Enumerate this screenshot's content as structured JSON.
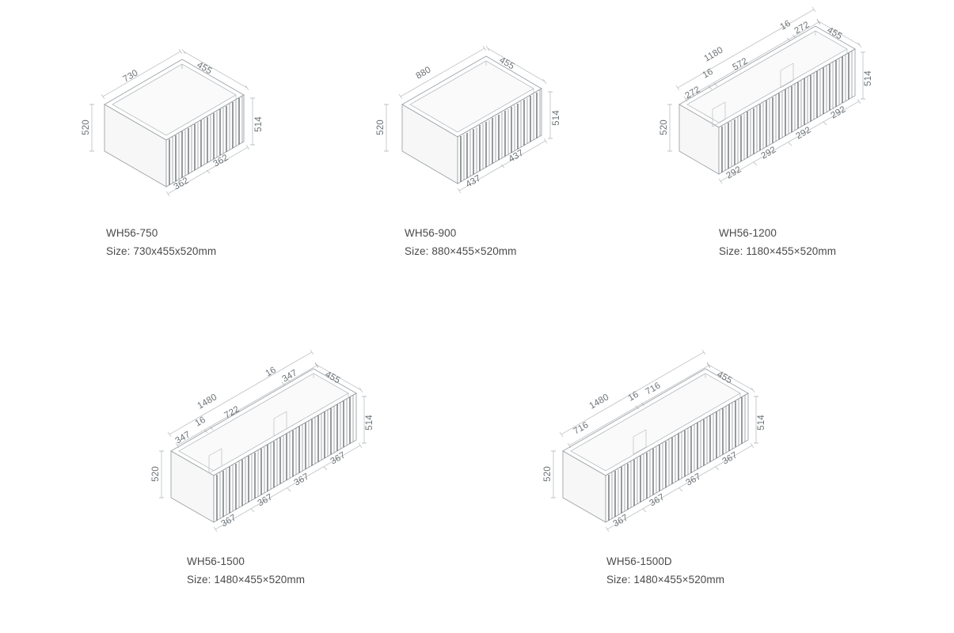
{
  "page": {
    "title": "Cabinet dimension specification sheet",
    "background_color": "#ffffff",
    "line_color": "#9aa0a4",
    "text_color": "#4a4a4a",
    "dimension_text_color": "#6d7377"
  },
  "products": [
    {
      "id": "wh56-750",
      "name": "WH56-750",
      "size": "Size: 730x455x520mm",
      "drawing_type": "isometric-cabinet",
      "dimensions": {
        "width_overall": "730",
        "depth": "455",
        "height_overall": "520",
        "height_front": "514",
        "top_chain": [],
        "bottom_chain": [
          "362",
          "362"
        ]
      }
    },
    {
      "id": "wh56-900",
      "name": "WH56-900",
      "size": "Size: 880×455×520mm",
      "drawing_type": "isometric-cabinet",
      "dimensions": {
        "width_overall": "880",
        "depth": "455",
        "height_overall": "520",
        "height_front": "514",
        "top_chain": [],
        "bottom_chain": [
          "437",
          "437"
        ]
      }
    },
    {
      "id": "wh56-1200",
      "name": "WH56-1200",
      "size": "Size: 1180×455×520mm",
      "drawing_type": "isometric-cabinet",
      "dimensions": {
        "width_overall": "1180",
        "depth": "455",
        "height_overall": "520",
        "height_front": "514",
        "top_chain": [
          "272",
          "16",
          "572",
          "16",
          "272"
        ],
        "bottom_chain": [
          "292",
          "292",
          "292",
          "292"
        ]
      }
    },
    {
      "id": "wh56-1500",
      "name": "WH56-1500",
      "size": "Size: 1480×455×520mm",
      "drawing_type": "isometric-cabinet",
      "dimensions": {
        "width_overall": "1480",
        "depth": "455",
        "height_overall": "520",
        "height_front": "514",
        "top_chain": [
          "347",
          "16",
          "722",
          "16",
          "347"
        ],
        "bottom_chain": [
          "367",
          "367",
          "367",
          "367"
        ]
      }
    },
    {
      "id": "wh56-1500d",
      "name": "WH56-1500D",
      "size": "Size: 1480×455×520mm",
      "drawing_type": "isometric-cabinet",
      "dimensions": {
        "width_overall": "1480",
        "depth": "455",
        "height_overall": "520",
        "height_front": "514",
        "top_chain": [
          "716",
          "16",
          "716"
        ],
        "bottom_chain": [
          "367",
          "367",
          "367",
          "367"
        ]
      }
    }
  ]
}
